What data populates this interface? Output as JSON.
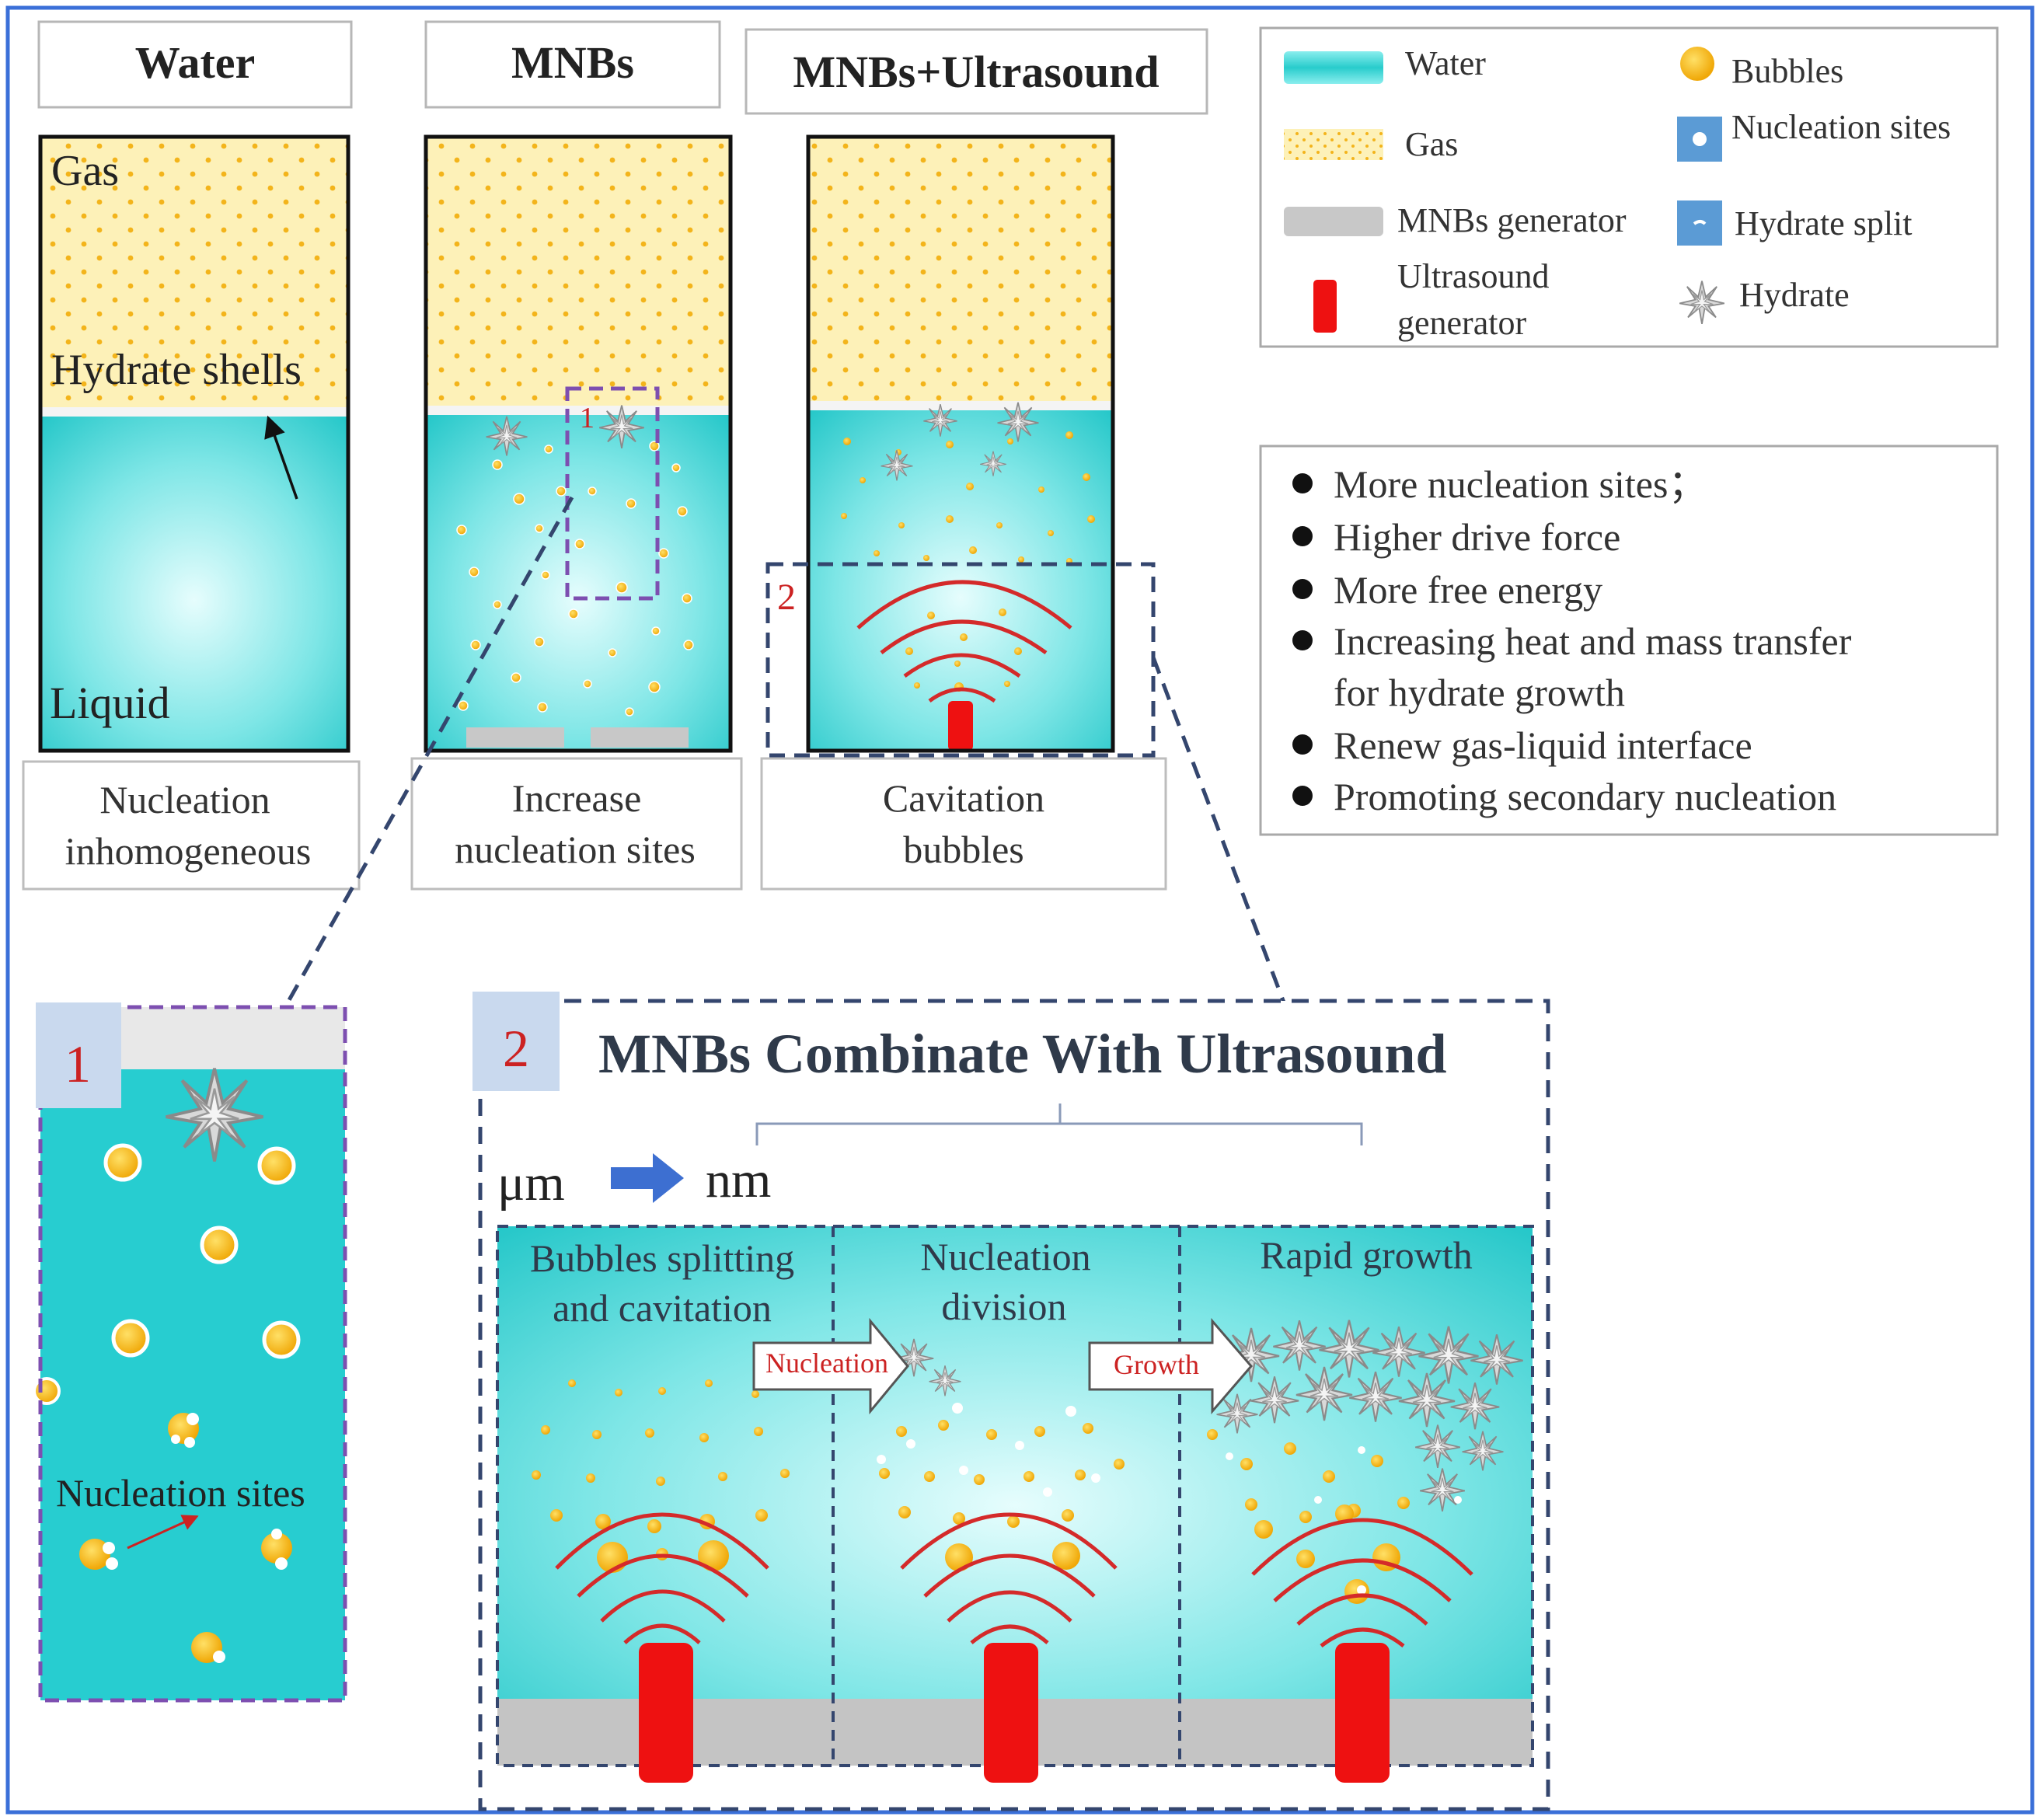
{
  "panels": [
    {
      "title": "Water",
      "caption": [
        "Nucleation",
        "inhomogeneous"
      ],
      "gas_label": "Gas",
      "shell_label": "Hydrate shells",
      "liquid_label": "Liquid"
    },
    {
      "title": "MNBs",
      "caption": [
        "Increase",
        "nucleation sites"
      ],
      "box_number": "1"
    },
    {
      "title": "MNBs+Ultrasound",
      "caption": [
        "Cavitation",
        "bubbles"
      ],
      "box_number": "2"
    }
  ],
  "legend": {
    "water": "Water",
    "gas": "Gas",
    "mnbs_generator": "MNBs generator",
    "ultrasound_generator": [
      "Ultrasound",
      "generator"
    ],
    "bubbles": "Bubbles",
    "nucleation_sites": "Nucleation sites",
    "hydrate_split": "Hydrate  split",
    "hydrate": "Hydrate"
  },
  "effects": [
    "More nucleation sites；",
    "Higher drive force",
    "More free energy",
    "Increasing heat and mass transfer",
    "for hydrate growth",
    "Renew gas-liquid interface",
    "Promoting secondary nucleation"
  ],
  "detail1": {
    "number": "1",
    "label": "Nucleation sites"
  },
  "detail2": {
    "number": "2",
    "title": "MNBs Combinate With Ultrasound",
    "scale_from": "μm",
    "scale_to": "nm",
    "stages": [
      [
        "Bubbles splitting",
        "and cavitation"
      ],
      [
        "Nucleation",
        "division"
      ],
      [
        "Rapid growth"
      ]
    ],
    "arrow1": "Nucleation",
    "arrow2": "Growth"
  },
  "colors": {
    "frame": "#3a6fd8",
    "water_edge": "#28cccc",
    "water_center": "#d6fbfb",
    "gas_bg": "#fdf1b8",
    "gas_dot": "#f3b41b",
    "bubble": "#f6b81c",
    "ultrasound": "#ee1111",
    "wave": "#d42a2a",
    "generator": "#c8c8c8",
    "dash_navy": "#34466e",
    "dash_purple": "#7d4fb0",
    "label_red": "#cc2222",
    "number_tab": "#c9d9ee"
  }
}
